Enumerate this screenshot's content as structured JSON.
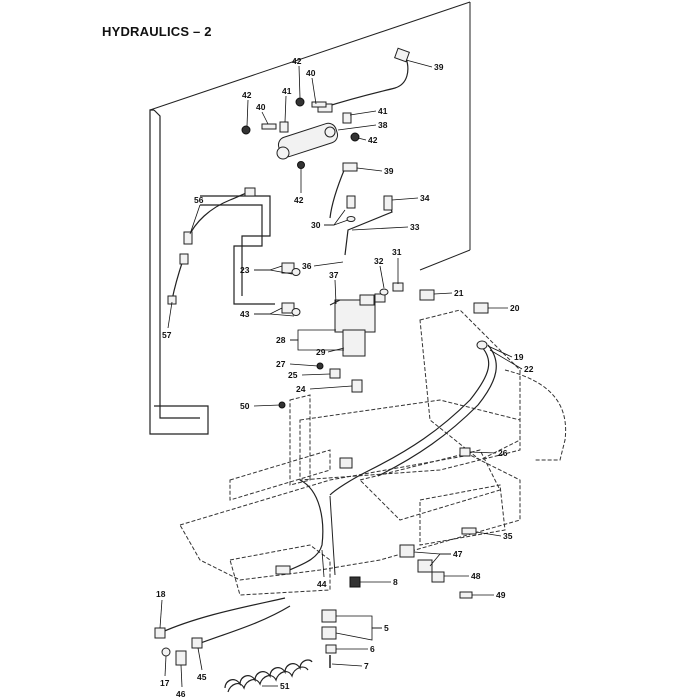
{
  "title": "HYDRAULICS – 2",
  "callouts": [
    {
      "label": "42"
    },
    {
      "label": "40"
    },
    {
      "label": "39"
    },
    {
      "label": "42"
    },
    {
      "label": "40"
    },
    {
      "label": "41"
    },
    {
      "label": "41"
    },
    {
      "label": "38"
    },
    {
      "label": "42"
    },
    {
      "label": "42"
    },
    {
      "label": "39"
    },
    {
      "label": "34"
    },
    {
      "label": "56"
    },
    {
      "label": "30"
    },
    {
      "label": "33"
    },
    {
      "label": "36"
    },
    {
      "label": "31"
    },
    {
      "label": "23"
    },
    {
      "label": "32"
    },
    {
      "label": "37"
    },
    {
      "label": "21"
    },
    {
      "label": "20"
    },
    {
      "label": "43"
    },
    {
      "label": "57"
    },
    {
      "label": "28"
    },
    {
      "label": "29"
    },
    {
      "label": "19"
    },
    {
      "label": "22"
    },
    {
      "label": "27"
    },
    {
      "label": "25"
    },
    {
      "label": "24"
    },
    {
      "label": "50"
    },
    {
      "label": "26"
    },
    {
      "label": "35"
    },
    {
      "label": "47"
    },
    {
      "label": "44"
    },
    {
      "label": "8"
    },
    {
      "label": "48"
    },
    {
      "label": "49"
    },
    {
      "label": "18"
    },
    {
      "label": "5"
    },
    {
      "label": "6"
    },
    {
      "label": "7"
    },
    {
      "label": "17"
    },
    {
      "label": "45"
    },
    {
      "label": "46"
    },
    {
      "label": "51"
    }
  ]
}
